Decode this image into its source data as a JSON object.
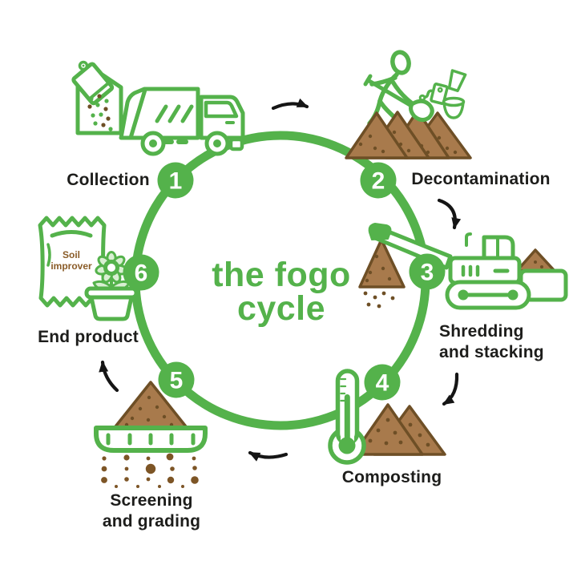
{
  "title": {
    "line1": "the fogo",
    "line2": "cycle"
  },
  "steps": [
    {
      "number": "1",
      "label": "Collection",
      "icon": "garbage-truck-icon"
    },
    {
      "number": "2",
      "label": "Decontamination",
      "icon": "person-sorting-icon"
    },
    {
      "number": "3",
      "label": "Shredding",
      "label2": "and stacking",
      "icon": "shredder-excavator-icon"
    },
    {
      "number": "4",
      "label": "Composting",
      "icon": "thermometer-compost-icon"
    },
    {
      "number": "5",
      "label": "Screening",
      "label2": "and grading",
      "icon": "screening-sieve-icon"
    },
    {
      "number": "6",
      "label": "End product",
      "icon": "soil-improver-bag-icon"
    }
  ],
  "end_product_bag": {
    "line1": "Soil",
    "line2": "improver"
  },
  "colors": {
    "green": "#54b24b",
    "pile_brown": "#a87a4c",
    "pile_outline_brown": "#6e4f26",
    "bag_text_brown": "#8a5c28",
    "label_black": "#1d1d1b",
    "petal_light_green": "#d9efd3",
    "background": "#ffffff"
  }
}
